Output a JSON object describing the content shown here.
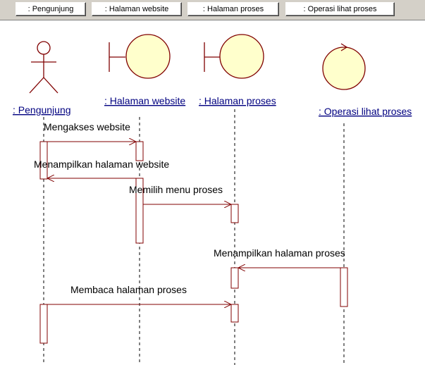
{
  "tabs": [
    {
      "label": ": Pengunjung"
    },
    {
      "label": ": Halaman website"
    },
    {
      "label": ": Halaman proses"
    },
    {
      "label": ": Operasi lihat proses"
    }
  ],
  "objects": {
    "actor": ": Pengunjung",
    "boundary1": ": Halaman website",
    "boundary2": ": Halaman proses",
    "control": ": Operasi lihat proses"
  },
  "messages": {
    "m1": "Mengakses website",
    "m2": "Menampilkan halaman website",
    "m3": "Memilih menu proses",
    "m4": "Menampilkan halaman proses",
    "m5": "Membaca halaman proses"
  },
  "colors": {
    "object_fill": "#ffffcc",
    "object_stroke": "#800000",
    "activation_stroke": "#800000",
    "message_stroke": "#800000",
    "label_underline": "#000080"
  }
}
